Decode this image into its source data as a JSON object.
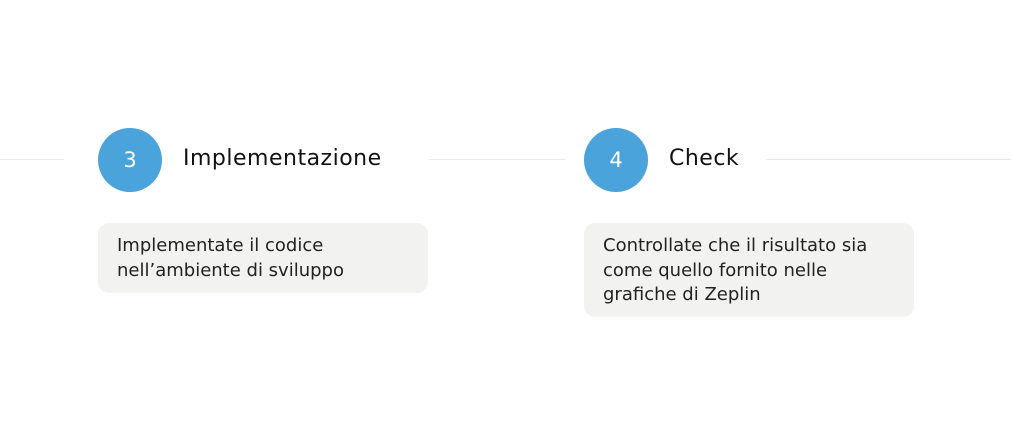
{
  "accent": "#4aa3db",
  "steps": [
    {
      "number": "3",
      "title": "Implementazione",
      "description_lines": [
        "Implementate il codice",
        "nell’ambiente di sviluppo"
      ]
    },
    {
      "number": "4",
      "title": "Check",
      "description_lines": [
        "Controllate che il risultato sia",
        "come quello fornito nelle",
        "grafiche di Zeplin"
      ]
    }
  ]
}
